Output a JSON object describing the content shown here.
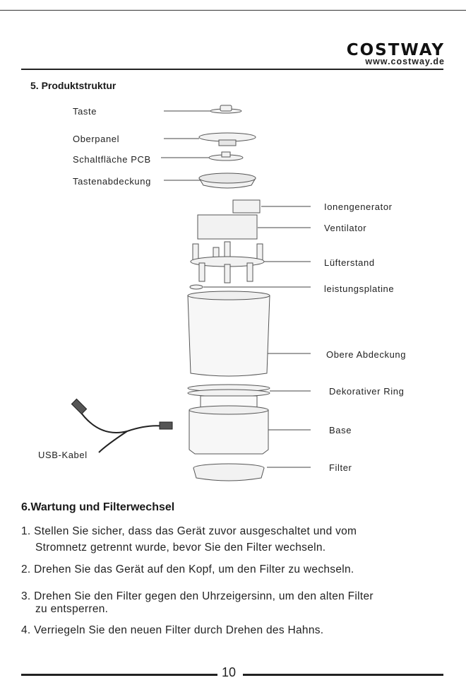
{
  "header": {
    "brand": "COSTWAY",
    "url": "www.costway.de"
  },
  "section5": {
    "title": "5. Produktstruktur",
    "labels_left": [
      "Taste",
      "Oberpanel",
      "Schaltfläche PCB",
      "Tastenabdeckung"
    ],
    "labels_right": [
      "Ionengenerator",
      "Ventilator",
      "Lüfterstand",
      "leistungsplatine",
      "Obere Abdeckung",
      "Dekorativer Ring",
      "Base",
      "Filter"
    ],
    "usb_label": "USB-Kabel"
  },
  "section6": {
    "title": "6.Wartung und Filterwechsel",
    "steps": [
      "1. Stellen Sie sicher, dass das Gerät zuvor ausgeschaltet und vom",
      "Stromnetz getrennt wurde, bevor Sie den Filter wechseln.",
      "2. Drehen Sie das Gerät auf den Kopf, um den Filter zu wechseln.",
      "3. Drehen Sie den Filter gegen den Uhrzeigersinn, um den alten Filter",
      "zu entsperren.",
      "4. Verriegeln Sie den neuen Filter durch Drehen des Hahns."
    ]
  },
  "footer": {
    "page_number": "10"
  }
}
